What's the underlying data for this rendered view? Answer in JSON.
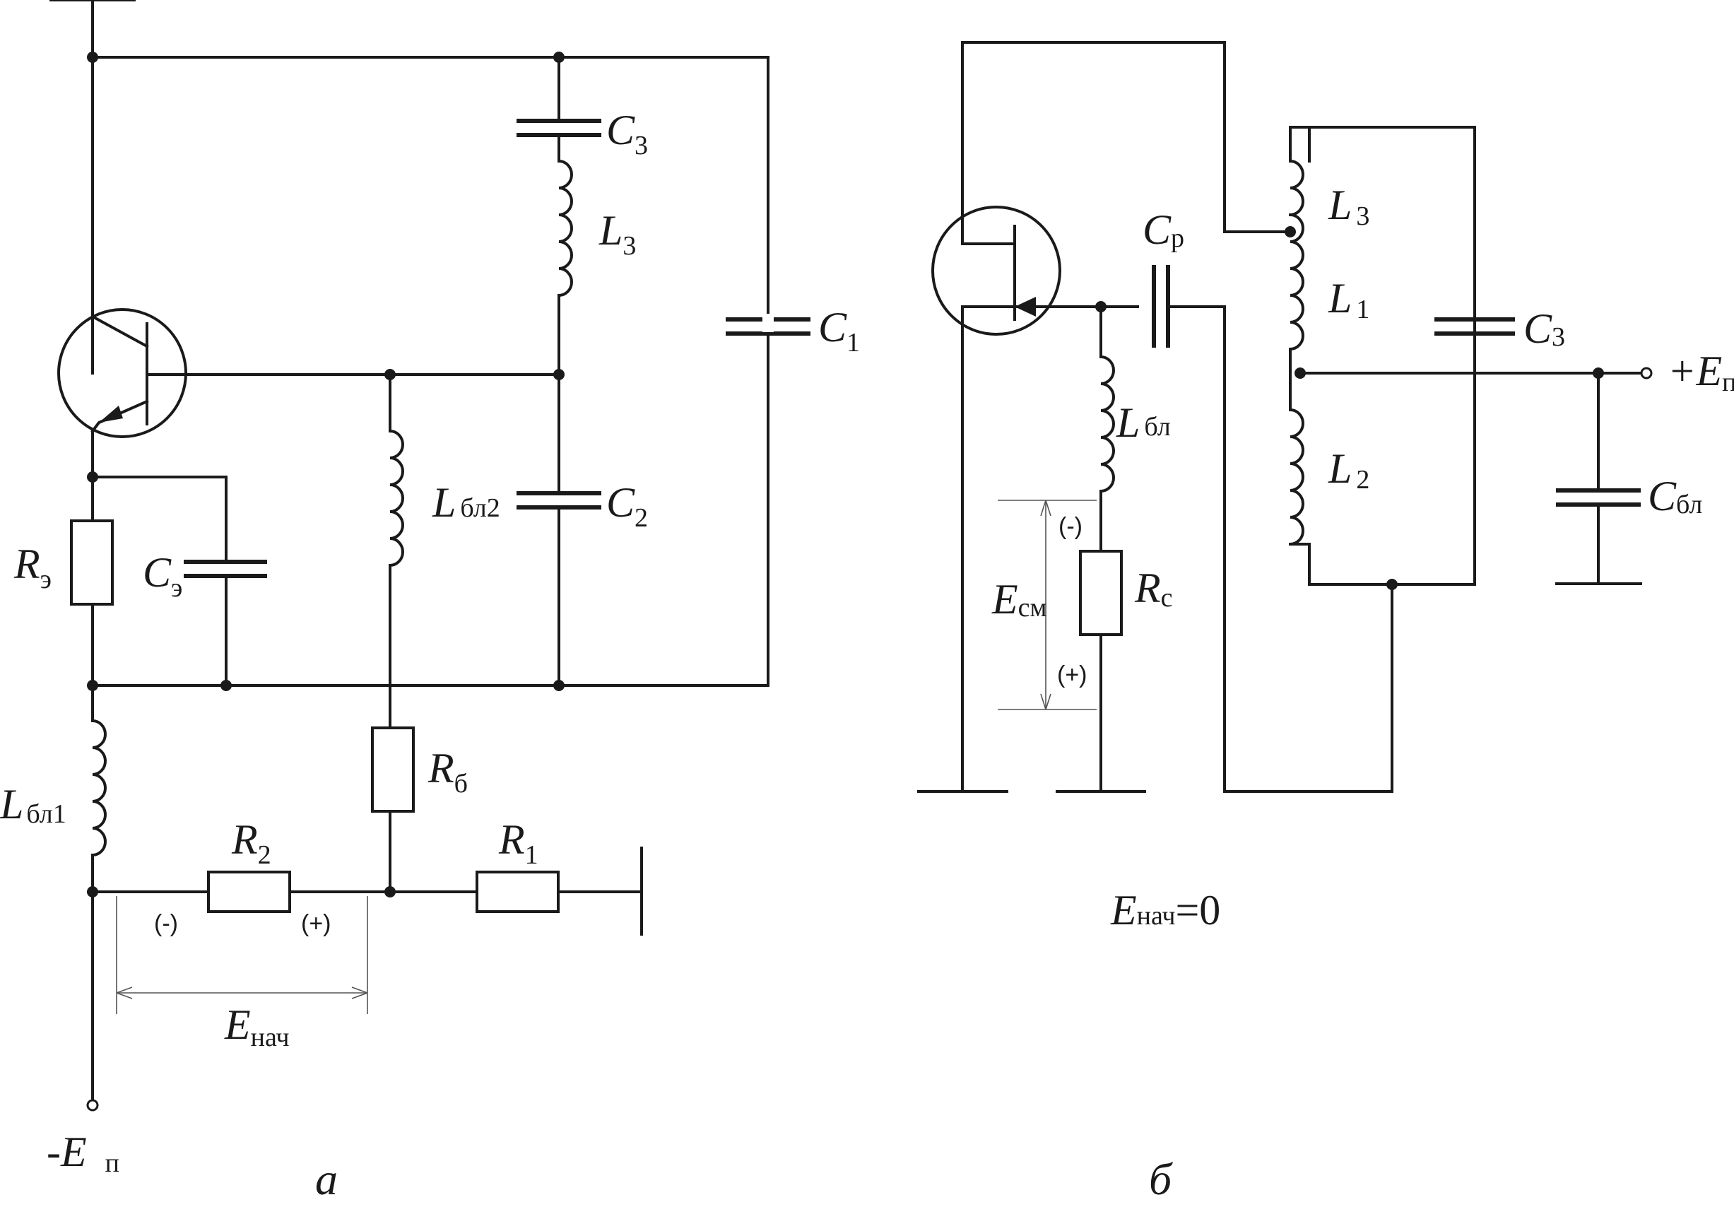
{
  "schematic_a": {
    "caption": "а",
    "labels": {
      "C3": {
        "main": "C",
        "sub": "3"
      },
      "L3": {
        "main": "L",
        "sub": "3"
      },
      "C1": {
        "main": "C",
        "sub": "1"
      },
      "Lbl2": {
        "main": "L",
        "sub": "бл2"
      },
      "C2": {
        "main": "C",
        "sub": "2"
      },
      "Re": {
        "main": "R",
        "sub": "э"
      },
      "Ce": {
        "main": "C",
        "sub": "э"
      },
      "Lbl1": {
        "main": "L",
        "sub": "бл1"
      },
      "Rb": {
        "main": "R",
        "sub": "б"
      },
      "R2": {
        "main": "R",
        "sub": "2"
      },
      "R1": {
        "main": "R",
        "sub": "1"
      },
      "Enach": {
        "main": "E",
        "sub": "нач"
      },
      "Ep": {
        "main": "-E",
        "sub": "п"
      }
    },
    "polarity": {
      "minus": "(-)",
      "plus": "(+)"
    }
  },
  "schematic_b": {
    "caption": "б",
    "labels": {
      "Cp": {
        "main": "C",
        "sub": "р"
      },
      "L3": {
        "main": "L",
        "sub": "3"
      },
      "L1": {
        "main": "L",
        "sub": "1"
      },
      "C3": {
        "main": "C",
        "sub": "3"
      },
      "Ep": {
        "main": "+E",
        "sub": "п"
      },
      "Lbl": {
        "main": "L",
        "sub": "бл"
      },
      "L2": {
        "main": "L",
        "sub": "2"
      },
      "Cbl": {
        "main": "C",
        "sub": "бл"
      },
      "Ecm": {
        "main": "E",
        "sub": "см"
      },
      "Rc": {
        "main": "R",
        "sub": "с"
      }
    },
    "polarity": {
      "minus": "(-)",
      "plus": "(+)"
    },
    "condition": {
      "main": "E",
      "sub": "нач",
      "rest": "=0"
    }
  }
}
